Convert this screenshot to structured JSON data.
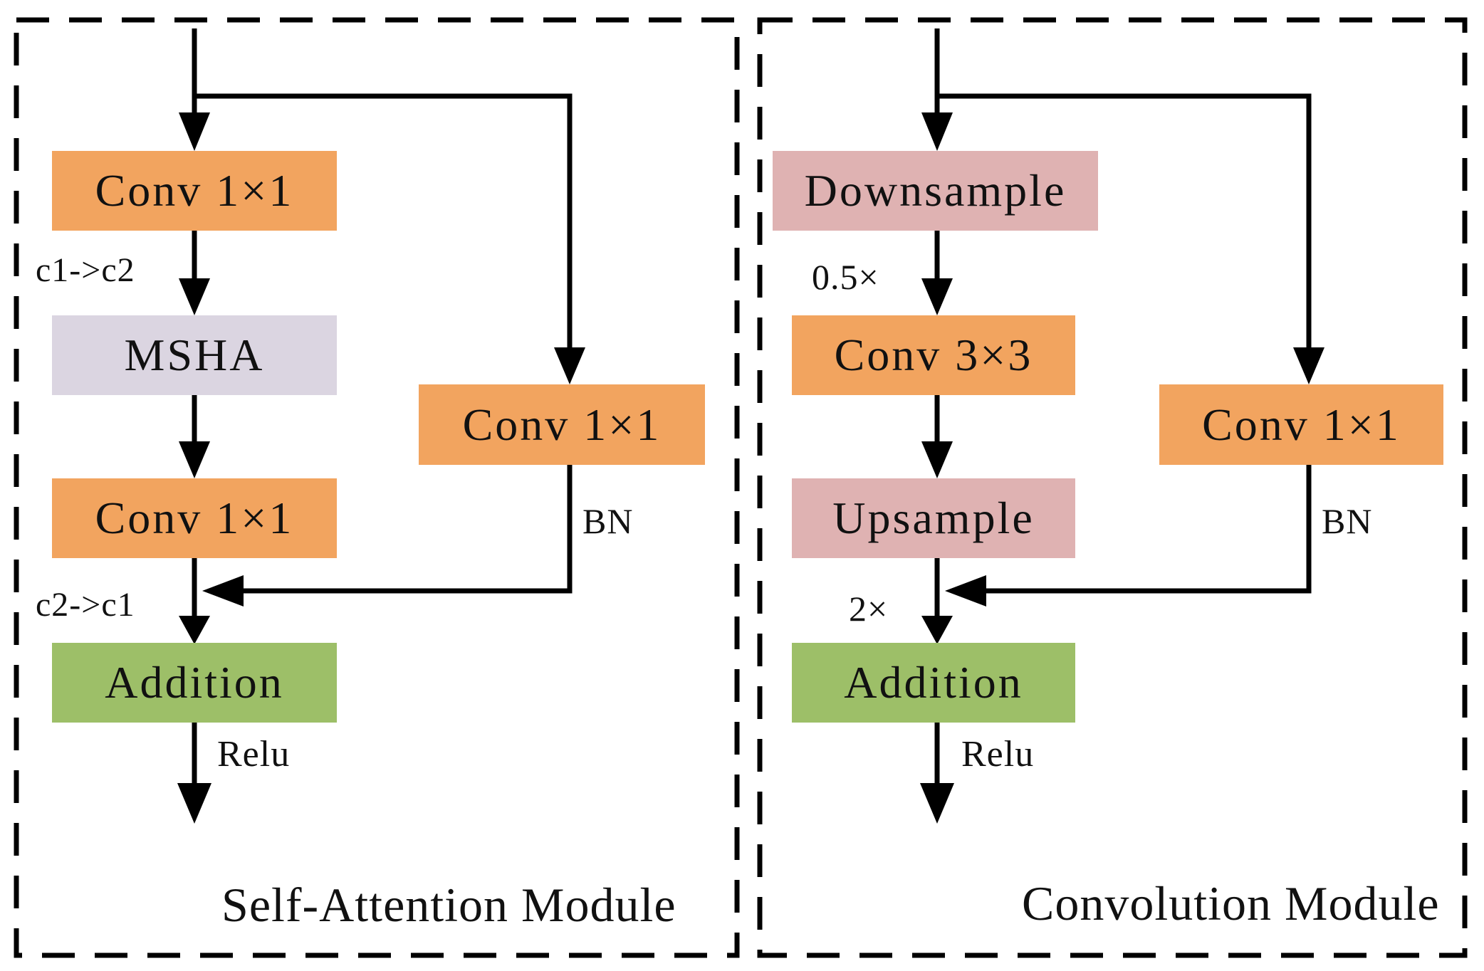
{
  "figure": {
    "left_panel": {
      "caption": "Self-Attention Module",
      "nodes": {
        "conv_top": {
          "label": "Conv 1×1",
          "color": "#F2A45F"
        },
        "msha": {
          "label": "MSHA",
          "color": "#DBD5E1"
        },
        "conv_mid": {
          "label": "Conv 1×1",
          "color": "#F2A45F"
        },
        "conv_skip": {
          "label": "Conv 1×1",
          "color": "#F2A45F"
        },
        "addition": {
          "label": "Addition",
          "color": "#9DBF68"
        }
      },
      "labels": {
        "c1_to_c2": "c1->c2",
        "c2_to_c1": "c2->c1",
        "bn": "BN",
        "relu": "Relu"
      }
    },
    "right_panel": {
      "caption": "Convolution Module",
      "nodes": {
        "downsample": {
          "label": "Downsample",
          "color": "#DFB2B2"
        },
        "conv3x3": {
          "label": "Conv 3×3",
          "color": "#F2A45F"
        },
        "upsample": {
          "label": "Upsample",
          "color": "#DFB2B2"
        },
        "conv_skip": {
          "label": "Conv 1×1",
          "color": "#F2A45F"
        },
        "addition": {
          "label": "Addition",
          "color": "#9DBF68"
        }
      },
      "labels": {
        "downscale": "0.5×",
        "upscale": "2×",
        "bn": "BN",
        "relu": "Relu"
      }
    },
    "colors": {
      "conv_box": "#F2A45F",
      "sample_box": "#DFB2B2",
      "attention_box": "#DBD5E1",
      "addition_box": "#9DBF68",
      "line": "#000000",
      "background": "#FFFFFF"
    }
  }
}
